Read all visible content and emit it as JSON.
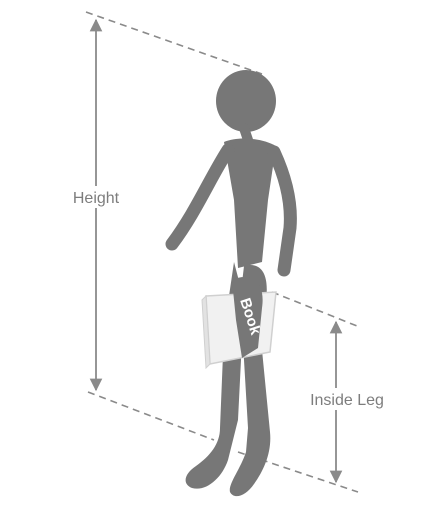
{
  "labels": {
    "height": "Height",
    "inside_leg": "Inside Leg",
    "book": "Book"
  },
  "colors": {
    "figure": "#777777",
    "measure_lines": "#8a8a8a",
    "book_page": "#f1f1f1",
    "book_edge": "#d0d0d0",
    "text": "#7d7d7d",
    "background": "#ffffff"
  }
}
